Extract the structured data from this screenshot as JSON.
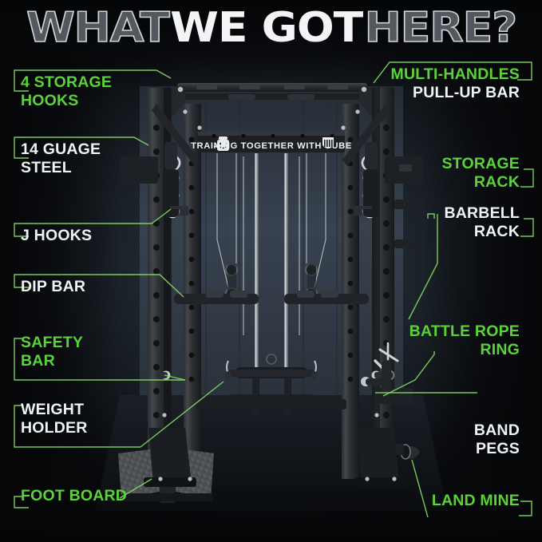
{
  "title": {
    "parts": [
      {
        "text": "WHAT",
        "style": "outline"
      },
      {
        "text": "WE GOT",
        "style": "solid"
      },
      {
        "text": "HERE?",
        "style": "outline"
      }
    ]
  },
  "colors": {
    "accent_green": "#5ad33a",
    "label_white": "#f0f3f5",
    "background": "#08090b",
    "interior": "#39424d"
  },
  "product": {
    "brand_text": "TRAINING TOGETHER WITH CUBE",
    "mascot_left_icon": "cube-mascot-icon",
    "mascot_right_icon": "cube-shield-icon"
  },
  "callouts": {
    "left": [
      {
        "name": "storage-hooks",
        "text": "4 STORAGE\nHOOKS",
        "color": "green"
      },
      {
        "name": "guage-steel",
        "text": "14 GUAGE\nSTEEL",
        "color": "white"
      },
      {
        "name": "j-hooks",
        "text": "J HOOKS",
        "color": "white"
      },
      {
        "name": "dip-bar",
        "text": "DIP BAR",
        "color": "white"
      },
      {
        "name": "safety-bar",
        "text": "SAFETY\nBAR",
        "color": "green"
      },
      {
        "name": "weight-holder",
        "text": "WEIGHT\nHOLDER",
        "color": "white"
      },
      {
        "name": "foot-board",
        "text": "FOOT BOARD",
        "color": "green"
      }
    ],
    "right": [
      {
        "name": "multi-handles",
        "text": "MULTI-HANDLES",
        "color": "green"
      },
      {
        "name": "pull-up-bar",
        "text": "PULL-UP BAR",
        "color": "white"
      },
      {
        "name": "storage-rack",
        "text": "STORAGE\nRACK",
        "color": "green"
      },
      {
        "name": "barbell-rack",
        "text": "BARBELL\nRACK",
        "color": "white"
      },
      {
        "name": "battle-rope-ring",
        "text": "BATTLE ROPE\nRING",
        "color": "green"
      },
      {
        "name": "band-pegs",
        "text": "BAND\nPEGS",
        "color": "white"
      },
      {
        "name": "land-mine",
        "text": "LAND MINE",
        "color": "green"
      }
    ]
  }
}
